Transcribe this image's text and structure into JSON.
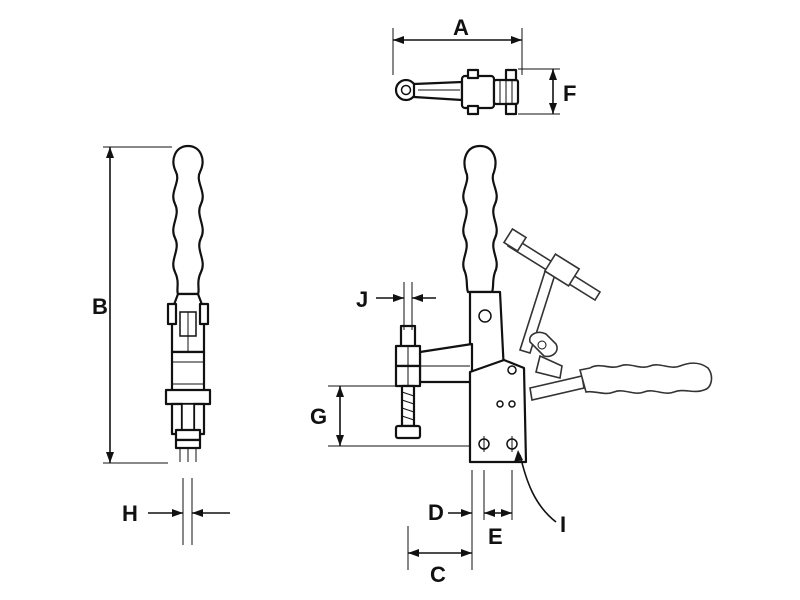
{
  "diagram": {
    "labels": {
      "a": "A",
      "b": "B",
      "c": "C",
      "d": "D",
      "e": "E",
      "f": "F",
      "g": "G",
      "h": "H",
      "i": "I",
      "j": "J"
    },
    "colors": {
      "ink": "#111111",
      "background": "#ffffff"
    }
  }
}
